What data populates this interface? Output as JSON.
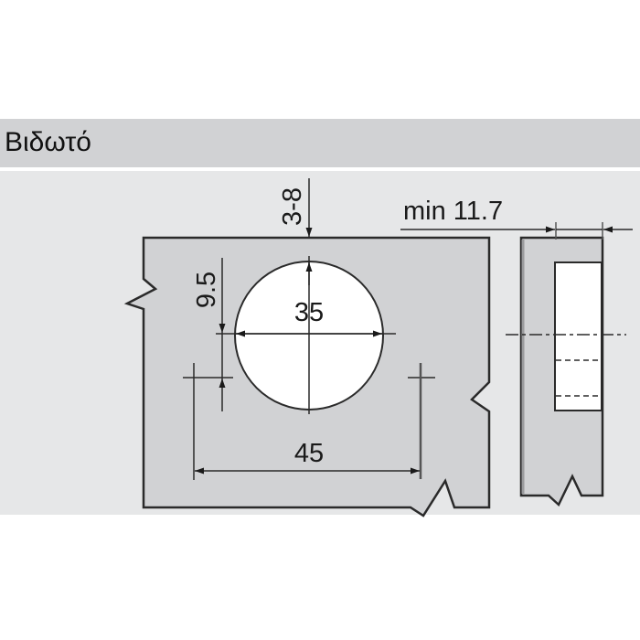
{
  "header": {
    "title": "Βιδωτό"
  },
  "drawing": {
    "dimensions": {
      "top_offset": "3-8",
      "edge_offset": "9.5",
      "cup_diameter": "35",
      "hole_spacing": "45",
      "min_thickness": "min 11.7"
    },
    "colors": {
      "header_bg": "#d1d2d4",
      "panel_bg": "#e6e7e8",
      "plate_fill": "#d1d2d4",
      "cup_fill": "#ffffff",
      "line": "#2a2a2a"
    }
  }
}
